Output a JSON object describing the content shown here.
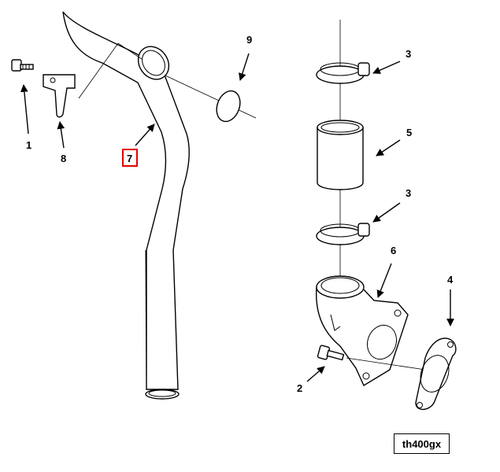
{
  "callouts": {
    "c1": "1",
    "c2": "2",
    "c3_top": "3",
    "c3_mid": "3",
    "c4": "4",
    "c5": "5",
    "c6": "6",
    "c7": "7",
    "c8": "8",
    "c9": "9"
  },
  "highlight": {
    "color": "#e00000",
    "callout": "7"
  },
  "drawing_ref": "th400gx"
}
